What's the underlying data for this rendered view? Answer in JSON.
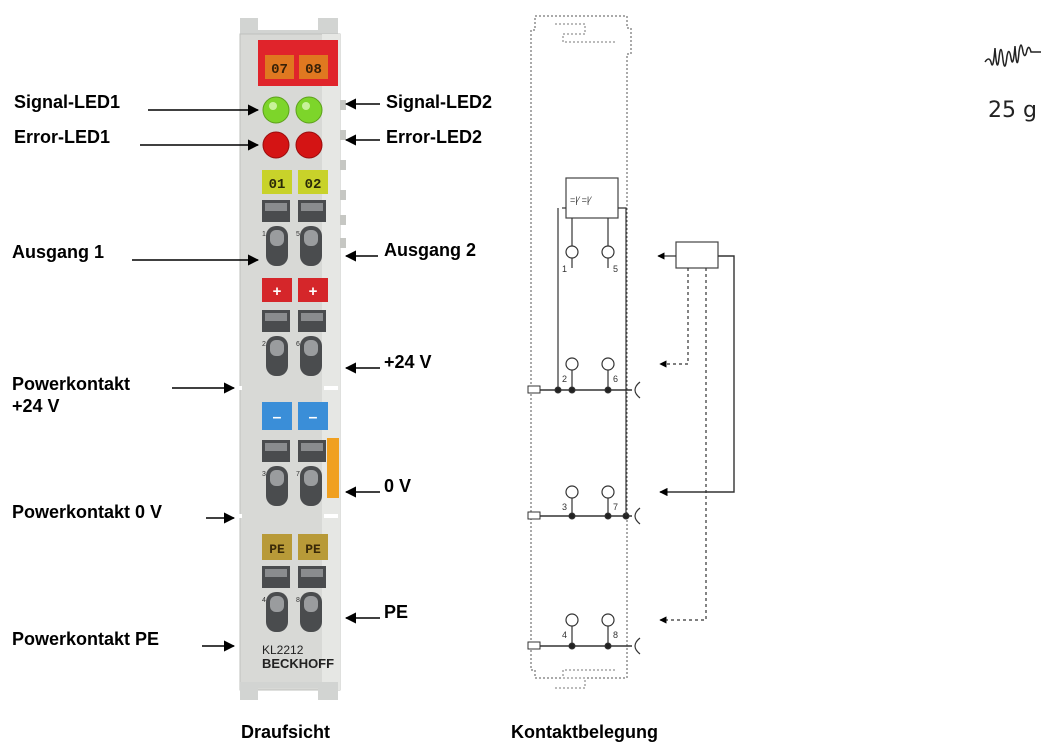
{
  "labels_left": {
    "signal_led1": "Signal-LED1",
    "error_led1": "Error-LED1",
    "ausgang1": "Ausgang 1",
    "power24_line1": "Powerkontakt",
    "power24_line2": "+24 V",
    "power0": "Powerkontakt 0 V",
    "powerpe": "Powerkontakt PE"
  },
  "labels_right": {
    "signal_led2": "Signal-LED2",
    "error_led2": "Error-LED2",
    "ausgang2": "Ausgang 2",
    "plus24": "+24 V",
    "zero_v": "0 V",
    "pe": "PE"
  },
  "module": {
    "top_label_left": "07",
    "top_label_right": "08",
    "out_label_left": "01",
    "out_label_right": "02",
    "plus_label": "+",
    "minus_label": "–",
    "pe_label": "PE",
    "model": "KL2212",
    "brand": "BECKHOFF",
    "top_label_color": "#e07820",
    "top_bar_color": "#e0242b",
    "signal_led_color": "#7dd52a",
    "error_led_color": "#d41414",
    "out_label_color": "#c8d22a",
    "plus_color": "#d5262a",
    "minus_color": "#3a8ed8",
    "pe_color": "#b89a38",
    "side_tab_color": "#f0a020"
  },
  "pin_numbers": [
    "1",
    "5",
    "2",
    "6",
    "3",
    "7",
    "4",
    "8"
  ],
  "captions": {
    "top_view": "Draufsicht",
    "contact": "Kontaktbelegung"
  },
  "weight": "25 g",
  "vibration_icon": "vibration-wave-icon"
}
